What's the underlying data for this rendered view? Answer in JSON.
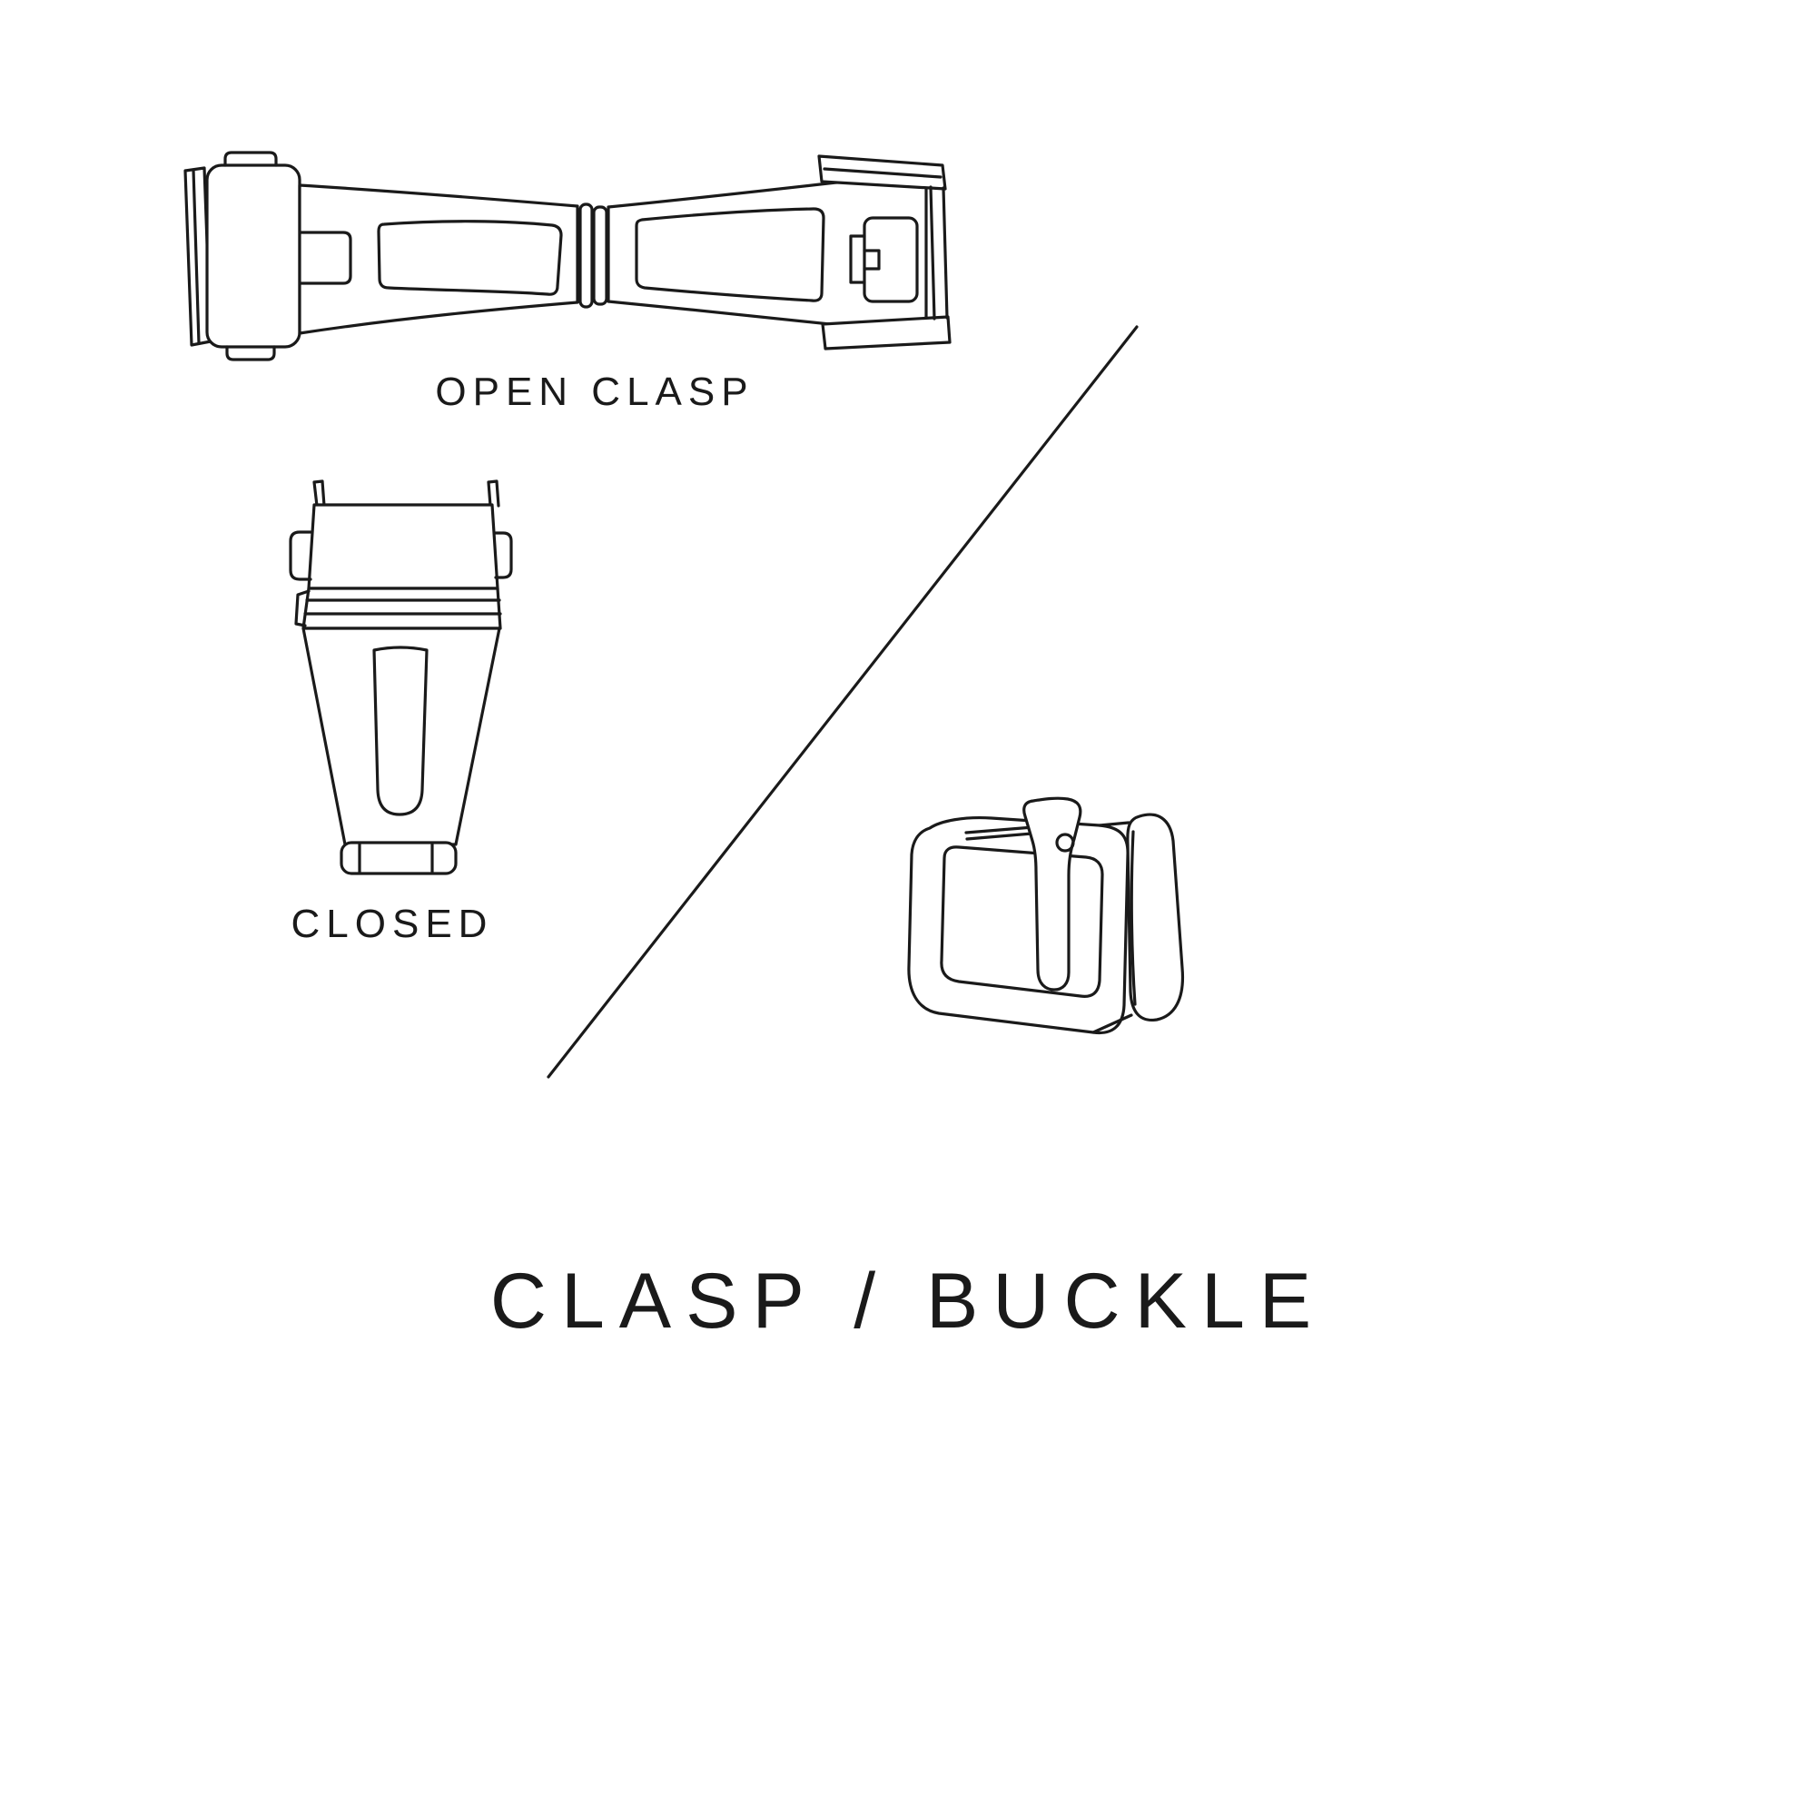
{
  "title": "CLASP / BUCKLE",
  "labels": {
    "open_clasp": "OPEN CLASP",
    "closed": "CLOSED"
  },
  "colors": {
    "background": "#ffffff",
    "line": "#1a1a1a",
    "text": "#1a1a1a"
  },
  "illustrations": {
    "open_clasp": "open-deployant-clasp-top-view",
    "closed_clasp": "closed-clasp-front-view",
    "buckle": "pin-buckle-perspective-view",
    "divider": "diagonal-divider-line"
  }
}
